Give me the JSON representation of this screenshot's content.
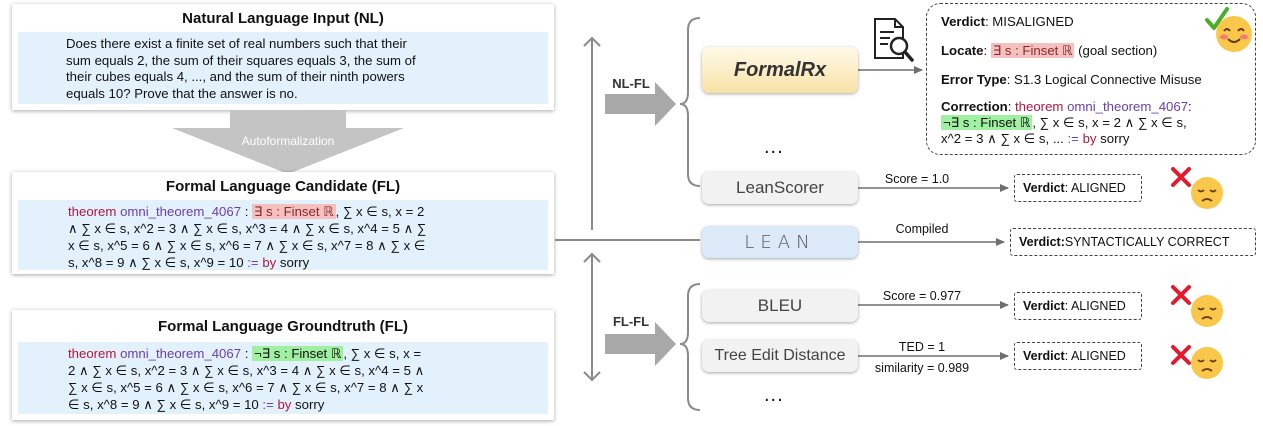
{
  "nl_panel": {
    "title": "Natural Language Input (NL)",
    "lines": [
      "Does there exist a finite set of real numbers such that their",
      "sum equals 2, the sum of their squares equals 3, the sum of",
      "their cubes equals 4, ..., and the sum of their ninth powers",
      "equals 10? Prove that the answer is no."
    ]
  },
  "autoformalization_label": "Autoformalization",
  "candidate_panel": {
    "title": "Formal Language Candidate (FL)",
    "keyword": "theorem",
    "name": "omni_theorem_4067",
    "colon": " : ",
    "highlight": "∃ s : Finset ℝ",
    "line1_rest": ", ∑ x ∈ s, x = 2",
    "lines": [
      "∧ ∑ x ∈ s, x^2 = 3 ∧ ∑ x ∈ s, x^3 = 4 ∧ ∑ x ∈ s, x^4 = 5 ∧ ∑",
      "x ∈ s, x^5 = 6 ∧ ∑ x ∈ s, x^6 = 7 ∧ ∑ x ∈ s, x^7 = 8 ∧ ∑ x ∈"
    ],
    "last_line": "s, x^8 = 9 ∧ ∑ x ∈ s, x^9 = 10 ",
    "assign": ":=",
    "by": "by",
    "sorry": " sorry"
  },
  "groundtruth_panel": {
    "title": "Formal Language Groundtruth (FL)",
    "keyword": "theorem",
    "name": "omni_theorem_4067",
    "colon": " : ",
    "highlight": "¬∃ s : Finset ℝ",
    "line1_rest": ", ∑ x ∈ s, x =",
    "lines": [
      "2 ∧ ∑ x ∈ s, x^2 = 3 ∧ ∑ x ∈ s, x^3 = 4 ∧ ∑ x ∈ s, x^4 = 5 ∧",
      "∑ x ∈ s, x^5 = 6 ∧ ∑ x ∈ s, x^6 = 7 ∧ ∑ x ∈ s, x^7 = 8 ∧ ∑ x"
    ],
    "last_line": "∈ s, x^8 = 9 ∧ ∑ x ∈ s, x^9 = 10 ",
    "assign": ":=",
    "by": "by",
    "sorry": " sorry"
  },
  "arrow_labels": {
    "nl_fl": "NL-FL",
    "fl_fl": "FL-FL"
  },
  "methods": {
    "formalrx": "FormalRx",
    "dots": "...",
    "leanscorer": "LeanScorer",
    "lean": "LEAN",
    "bleu": "BLEU",
    "ted": "Tree Edit Distance"
  },
  "edge_labels": {
    "leanscorer": "Score = 1.0",
    "lean": "Compiled",
    "bleu": "Score = 0.977",
    "ted_top": "TED = 1",
    "ted_bottom": "similarity = 0.989"
  },
  "formalrx_output": {
    "verdict_key": "Verdict",
    "verdict_val": ": MISALIGNED",
    "locate_key": "Locate",
    "locate_colon": ": ",
    "locate_hl": "∃ s : Finset ℝ",
    "locate_rest": " (goal section)",
    "error_key": "Error Type",
    "error_val": ": S1.3 Logical Connective Misuse",
    "correction_key": "Correction",
    "correction_colon": ": ",
    "corr_keyword": "theorem",
    "corr_name": "omni_theorem_4067",
    "corr_colon2": ":",
    "corr_hl": "¬∃ s : Finset ℝ",
    "corr_line2_rest": ", ∑ x ∈ s, x = 2 ∧ ∑ x ∈ s,",
    "corr_line3": "x^2 = 3 ∧ ∑ x ∈ s, ... ",
    "corr_assign": ":=",
    "corr_by": "by",
    "corr_sorry": " sorry"
  },
  "verdicts": {
    "key": "Verdict",
    "leanscorer": " : ALIGNED",
    "lean": " SYNTACTICALLY CORRECT",
    "bleu": " : ALIGNED",
    "ted": " : ALIGNED"
  },
  "colors": {
    "keyword": "#b0173e",
    "name": "#6a3fa8",
    "error_hl": "#f5c0c0",
    "correct_hl": "#9ff0a0",
    "formalrx_bg": "#fbeec0",
    "lean_bg": "#dce9f9",
    "cross": "#e8192c",
    "check": "#4caf2a"
  }
}
